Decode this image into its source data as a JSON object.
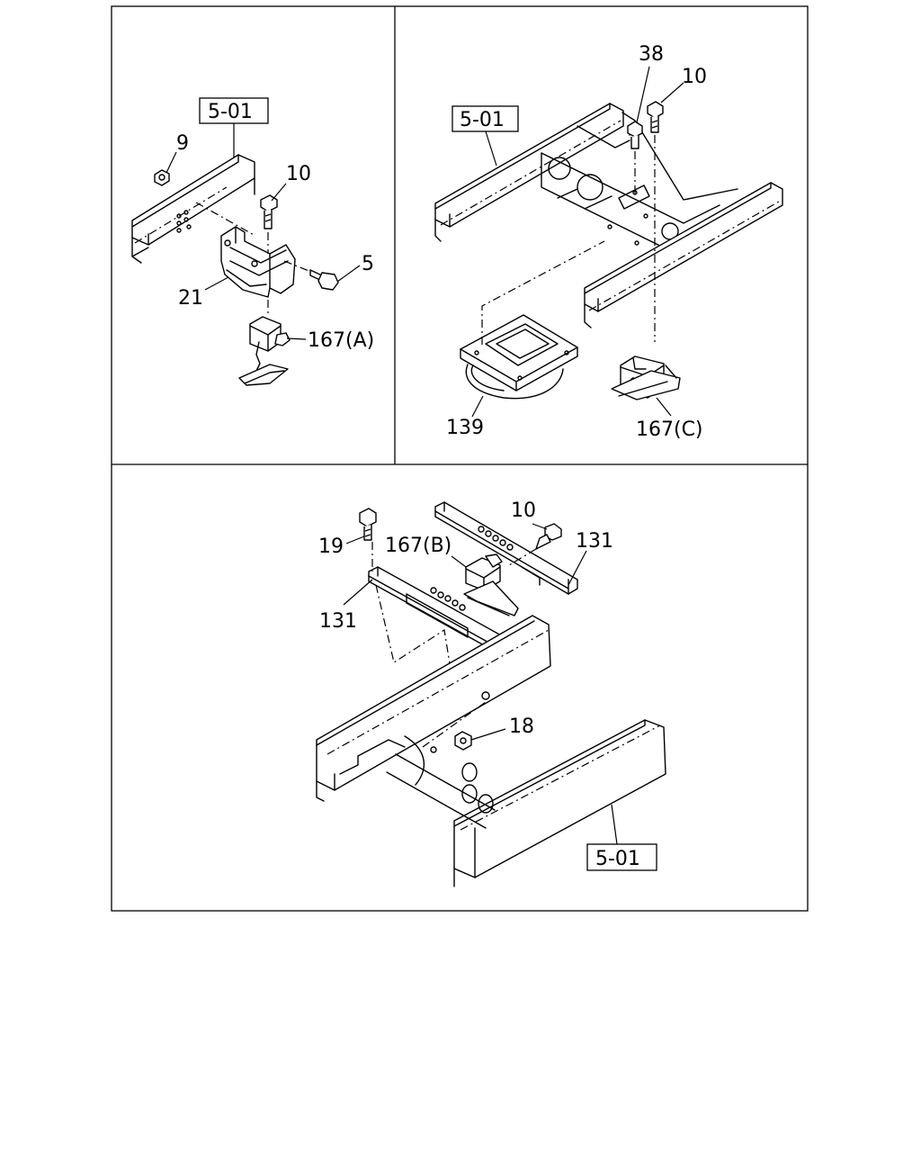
{
  "panels": {
    "top_left": {
      "ref": "5-01",
      "callouts": {
        "nut": "9",
        "bolt": "10",
        "bracket": "21",
        "side_bolt": "5",
        "sensor": "167(A)"
      }
    },
    "top_right": {
      "ref": "5-01",
      "callouts": {
        "bolt_small": "38",
        "bolt": "10",
        "seat": "139",
        "sensor": "167(C)"
      }
    },
    "bottom": {
      "ref": "5-01",
      "callouts": {
        "bolt_long": "19",
        "sensor": "167(B)",
        "bolt": "10",
        "rail_right": "131",
        "rail_left": "131",
        "nut": "18"
      }
    }
  }
}
